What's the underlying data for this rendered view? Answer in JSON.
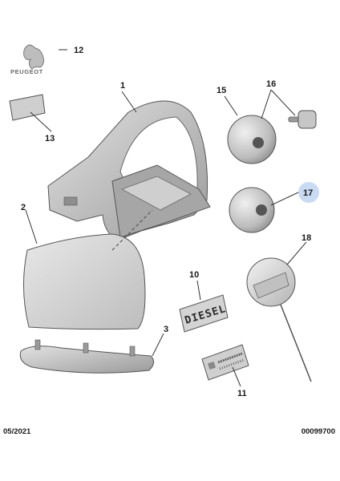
{
  "brand": {
    "name": "PEUGEOT"
  },
  "decal": {
    "text": "DIESEL"
  },
  "callouts": [
    {
      "id": "1",
      "label": "1"
    },
    {
      "id": "2",
      "label": "2"
    },
    {
      "id": "3",
      "label": "3"
    },
    {
      "id": "10",
      "label": "10"
    },
    {
      "id": "11",
      "label": "11"
    },
    {
      "id": "12",
      "label": "12"
    },
    {
      "id": "13",
      "label": "13"
    },
    {
      "id": "15",
      "label": "15"
    },
    {
      "id": "16",
      "label": "16"
    },
    {
      "id": "17",
      "label": "17",
      "highlighted": true,
      "highlight_color": "#c9daf3"
    },
    {
      "id": "18",
      "label": "18"
    }
  ],
  "footer": {
    "date": "05/2021",
    "reference": "00099700"
  }
}
